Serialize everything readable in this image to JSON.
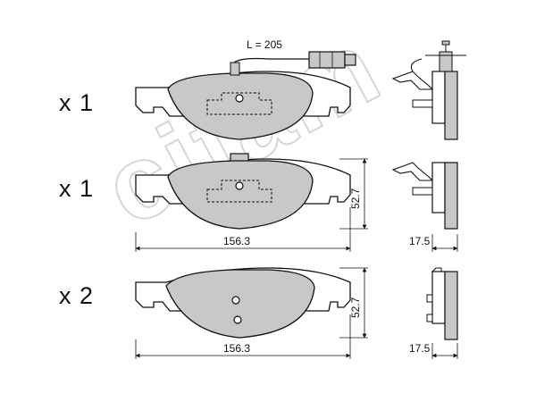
{
  "watermark": "cifam",
  "rows": [
    {
      "quantity": "x 1"
    },
    {
      "quantity": "x 1"
    },
    {
      "quantity": "x 2"
    }
  ],
  "wire_length_label": "L = 205",
  "dimensions": {
    "width_row2": "156.3",
    "height_row2": "52.7",
    "thickness_row2": "17.5",
    "width_row3": "156.3",
    "height_row3": "52.7",
    "thickness_row3": "17.5"
  },
  "colors": {
    "pad_fill": "#c8c8c8",
    "line": "#111111",
    "watermark": "#d6d6d6"
  }
}
